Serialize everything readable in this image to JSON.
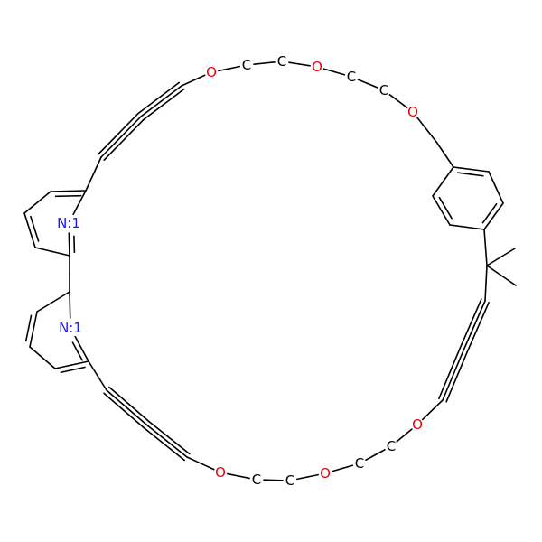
{
  "molecule": {
    "atom_labels": {
      "o1": "O",
      "c1": "C",
      "c2": "C",
      "o2": "O",
      "c3": "C",
      "c4": "C",
      "o3": "O",
      "n1": "N:1",
      "n2": "N:1",
      "o4": "O",
      "c5": "C",
      "c6": "C",
      "o5": "O",
      "c7": "C",
      "c8": "C",
      "o6": "O"
    },
    "colors": {
      "carbon": "#000000",
      "oxygen": "#e8000b",
      "nitrogen": "#1a1aff",
      "bond": "#000000",
      "background": "#ffffff"
    }
  }
}
